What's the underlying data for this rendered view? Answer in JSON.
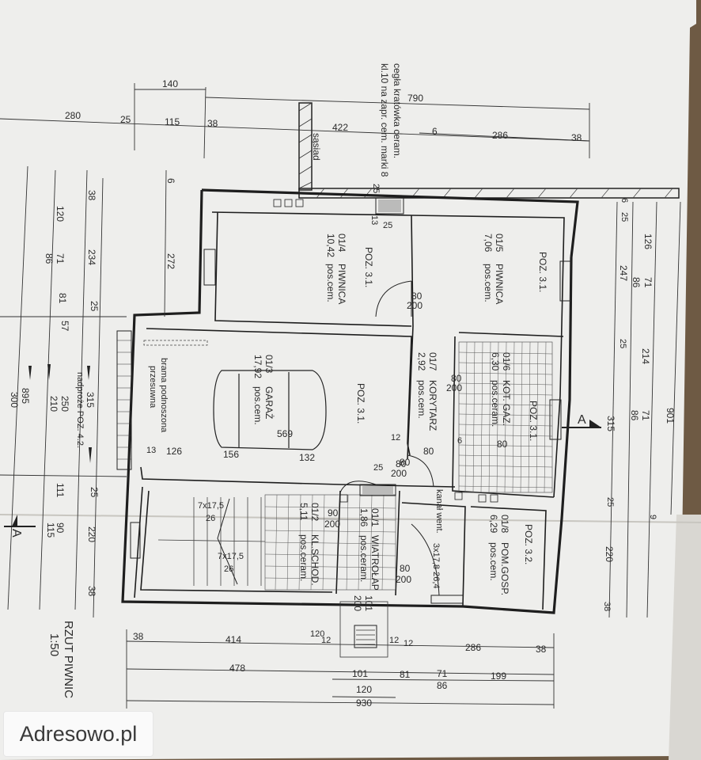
{
  "watermark": "Adresowo.pl",
  "title": "RZUT PIWNIC",
  "scale": "1:50",
  "section_marker": "A",
  "neighbor_label": "sąsiad",
  "note_line_1": "cegła kratówka ceram.",
  "note_line_2": "kl.10 na zapr. cem. marki 8",
  "lintel_note": "nadproże POZ. 4.2.",
  "gate_note_1": "brama podnoszona",
  "gate_note_2": "przesuwna",
  "vent_note": "kanał went.",
  "stairs_1": "7x17,5",
  "stairs_1b": "26",
  "stairs_2": "7x17,5",
  "stairs_2b": "26",
  "rooms": [
    {
      "code": "01/4",
      "name": "PIWNICA",
      "area": "10,42",
      "floor": "pos.cem.",
      "poz": "POZ. 3.1."
    },
    {
      "code": "01/5",
      "name": "PIWNICA",
      "area": "7,06",
      "floor": "pos.cem.",
      "poz": "POZ. 3.1."
    },
    {
      "code": "01/3",
      "name": "GARAŻ",
      "area": "17,92",
      "floor": "pos.cem.",
      "poz": "POZ. 3.1."
    },
    {
      "code": "01/7",
      "name": "KORYTARZ",
      "area": "2,92",
      "floor": "pos.cem."
    },
    {
      "code": "01/6",
      "name": "KOT. GAZ.",
      "area": "6,30",
      "floor": "pos.ceram.",
      "poz": "POZ. 3.1."
    },
    {
      "code": "01/2",
      "name": "KL.SCHOD.",
      "area": "5,11",
      "floor": "pos.ceram."
    },
    {
      "code": "01/1",
      "name": "WIATROŁAP",
      "area": "1,86",
      "floor": "pos.ceram."
    },
    {
      "code": "01/8",
      "name": "POM.GOSP.",
      "area": "6,29",
      "floor": "pos.cem.",
      "poz": "POZ. 3.2."
    }
  ],
  "doors": [
    {
      "w": "80",
      "h": "200"
    },
    {
      "w": "80",
      "h": "200"
    },
    {
      "w": "80",
      "h": "200"
    },
    {
      "w": "80",
      "h": "200"
    },
    {
      "w": "90",
      "h": "200"
    },
    {
      "w": "80",
      "h": "200"
    },
    {
      "w": "101",
      "h": "200"
    }
  ],
  "dims_top_1": [
    "140",
    "790"
  ],
  "dims_top_2": [
    "280",
    "25",
    "115",
    "38",
    "422",
    "6",
    "286",
    "38"
  ],
  "dims_left_outer": [
    "120",
    "71",
    "86",
    "81",
    "57",
    "895",
    "300",
    "111",
    "90",
    "115"
  ],
  "dims_left_inner": [
    "38",
    "234",
    "25",
    "315",
    "250",
    "210",
    "25",
    "220",
    "38"
  ],
  "dims_inner": [
    "272",
    "6",
    "13",
    "25",
    "25",
    "569",
    "126",
    "156",
    "132",
    "12",
    "13",
    "25",
    "80",
    "80",
    "12",
    "6"
  ],
  "dims_right_1": [
    "6",
    "25",
    "126",
    "71",
    "86",
    "247",
    "25",
    "214",
    "71",
    "86",
    "315",
    "25",
    "220",
    "38"
  ],
  "dims_right_2": [
    "901",
    "9"
  ],
  "dims_bottom_1": [
    "38",
    "414",
    "120",
    "12",
    "12",
    "286",
    "38"
  ],
  "dims_bottom_2": [
    "478",
    "101",
    "81",
    "71",
    "199",
    "120",
    "86",
    "930"
  ],
  "stair_note": "3x17,8 26,4"
}
